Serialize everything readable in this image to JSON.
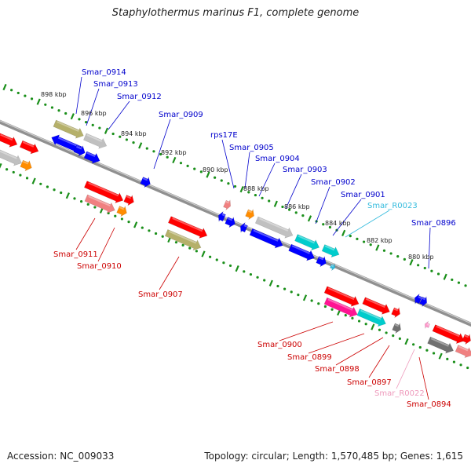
{
  "title": "Staphylothermus marinus F1, complete genome",
  "footer": {
    "accession": "Accession: NC_009033",
    "topology": "Topology: circular; Length: 1,570,485 bp; Genes: 1,615"
  },
  "colors": {
    "red": "#ff0000",
    "salmon": "#f08080",
    "blue": "#0000ff",
    "olive": "#b5b06a",
    "gray": "#c0c0c0",
    "darkgray": "#707070",
    "cyan": "#00cccc",
    "magenta": "#ff1493",
    "orange": "#ff8c00",
    "pink": "#ff99cc",
    "label_blue": "#0000cc",
    "label_red": "#cc0000",
    "label_cyan": "#33bbdd",
    "label_pink": "#ee99bb",
    "backbone": "#909090",
    "tick": "#1a8f1a"
  },
  "kbp_labels": [
    "898 kbp",
    "896 kbp",
    "894 kbp",
    "892 kbp",
    "890 kbp",
    "888 kbp",
    "886 kbp",
    "884 kbp",
    "882 kbp",
    "880 kbp"
  ],
  "genes_top": [
    "Smar_0914",
    "Smar_0913",
    "Smar_0912",
    "Smar_0909",
    "rps17E",
    "Smar_0905",
    "Smar_0904",
    "Smar_0903",
    "Smar_0902",
    "Smar_0901",
    "Smar_R0023",
    "Smar_0896"
  ],
  "genes_bottom": [
    "Smar_0911",
    "Smar_0910",
    "Smar_0907",
    "Smar_0900",
    "Smar_0899",
    "Smar_0898",
    "Smar_0897",
    "Smar_R0022",
    "Smar_0894"
  ]
}
